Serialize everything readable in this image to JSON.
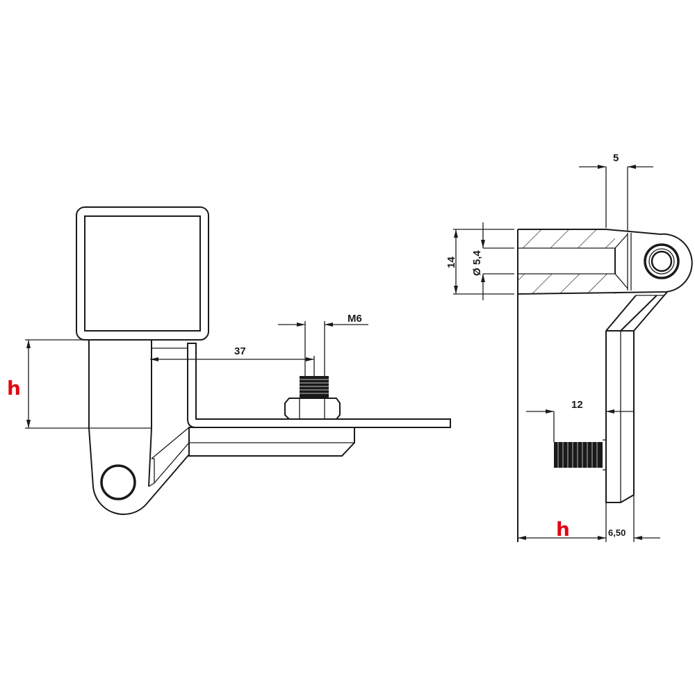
{
  "left_view": {
    "height_label": "h",
    "offset_label": "37",
    "thread_label": "M6"
  },
  "right_view": {
    "width_top_label": "5",
    "thickness_label": "14",
    "bore_label": "Ø 5,4",
    "screw_length_label": "12",
    "height_label": "h",
    "plate_label": "6,50"
  },
  "colors": {
    "line": "#1a1a1a",
    "highlight": "#e30613"
  }
}
